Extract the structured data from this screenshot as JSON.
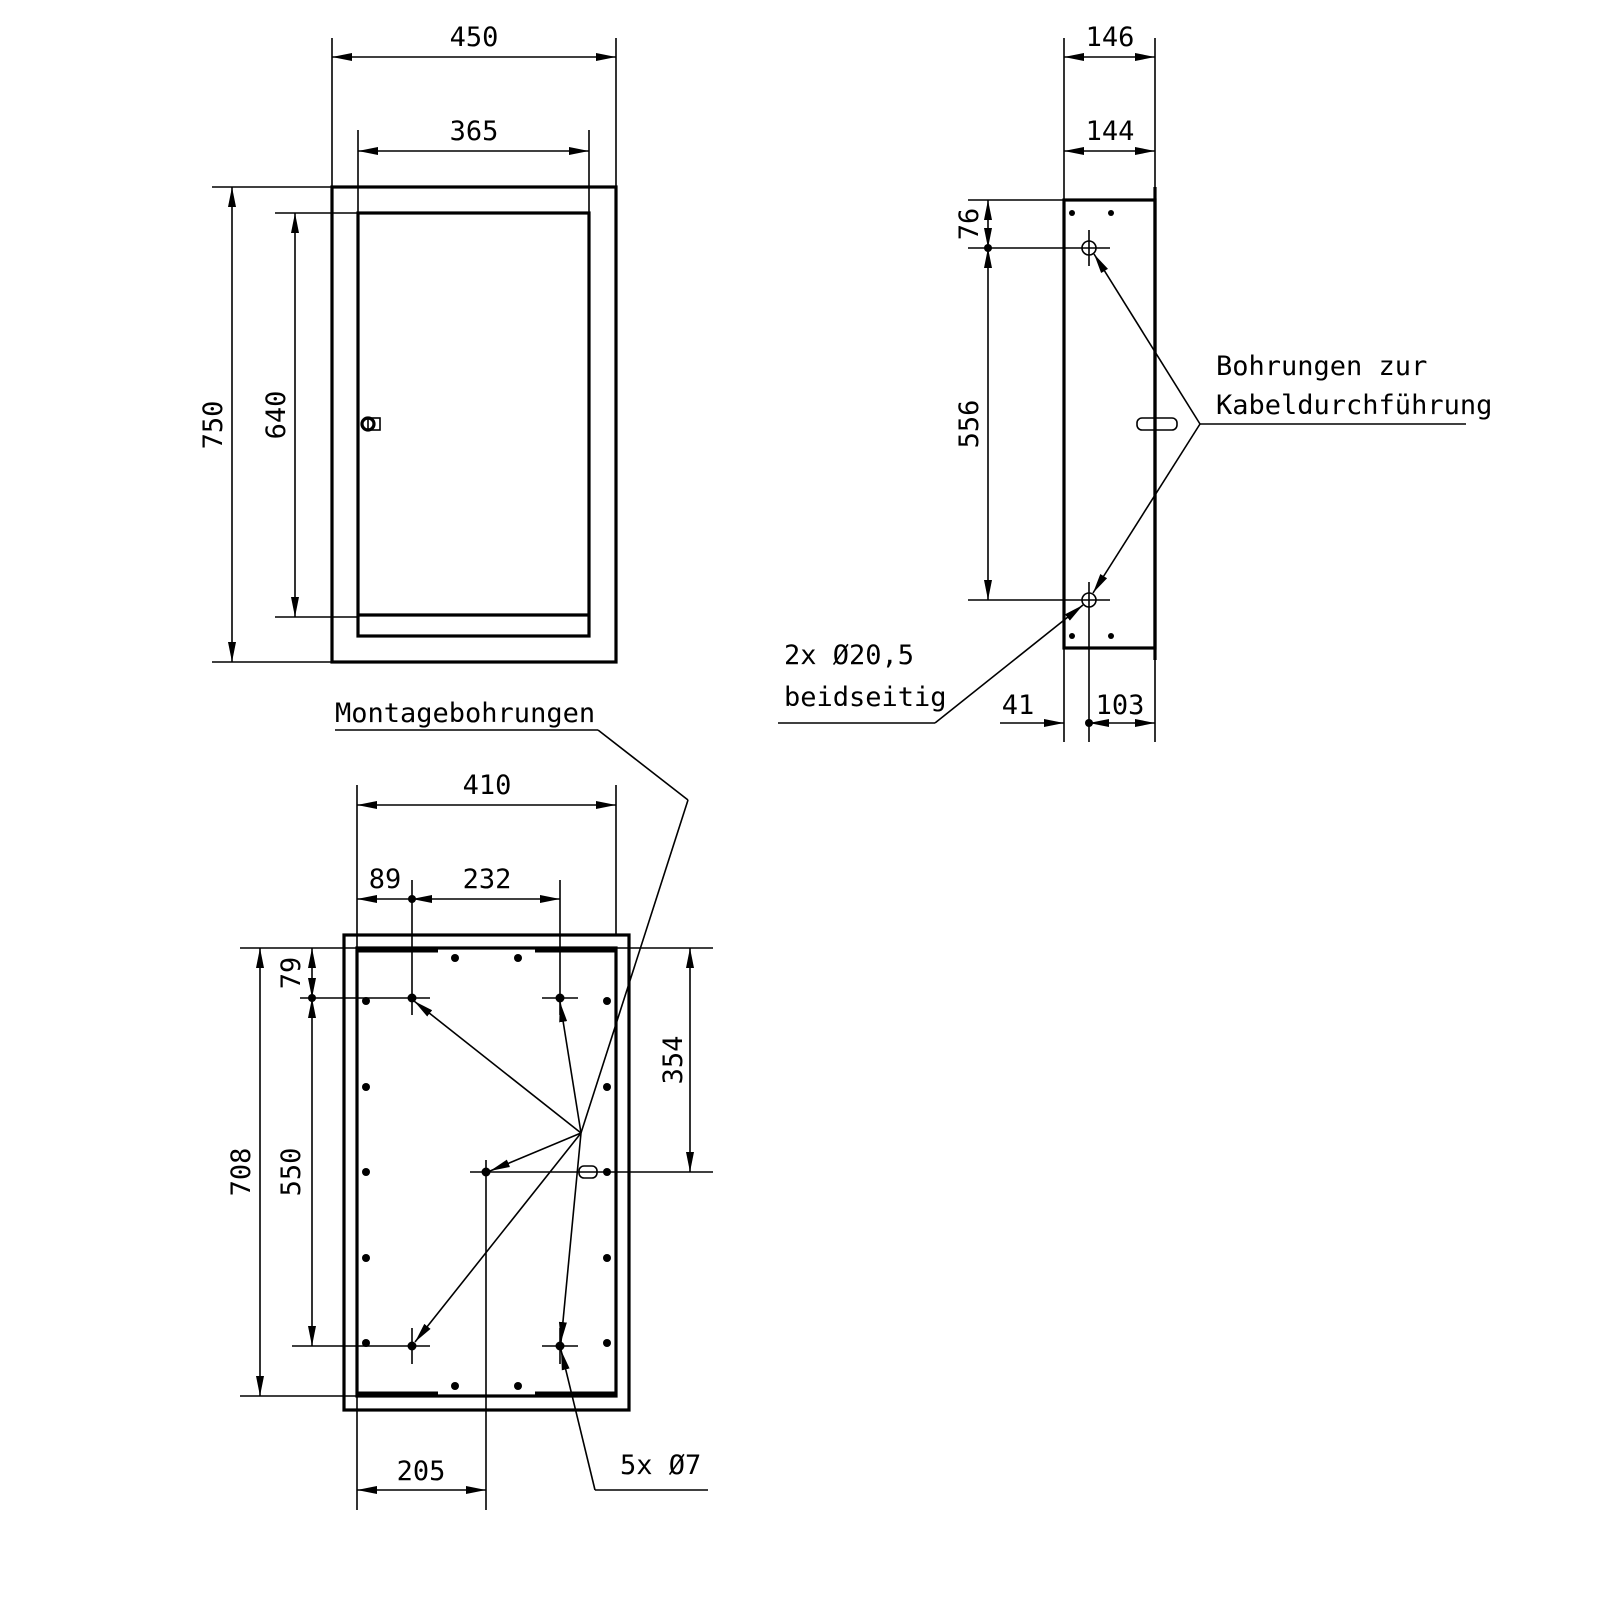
{
  "front_view": {
    "width_outer": "450",
    "width_inner": "365",
    "height_outer": "750",
    "height_inner": "640"
  },
  "side_view": {
    "depth_outer": "146",
    "depth_inner": "144",
    "hole_offset_top": "76",
    "hole_spacing": "556",
    "offset_front": "41",
    "offset_back": "103",
    "note_cable_line1": "Bohrungen zur",
    "note_cable_line2": "Kabeldurchführung",
    "hole_spec_line1": "2x Ø20,5",
    "hole_spec_line2": "beidseitig"
  },
  "rear_view": {
    "label_mounting": "Montagebohrungen",
    "width": "410",
    "offset_left": "89",
    "hole_spacing_h": "232",
    "height": "708",
    "offset_top": "79",
    "hole_spacing_v": "550",
    "center_hole_v": "354",
    "center_hole_h": "205",
    "hole_spec": "5x Ø7"
  }
}
